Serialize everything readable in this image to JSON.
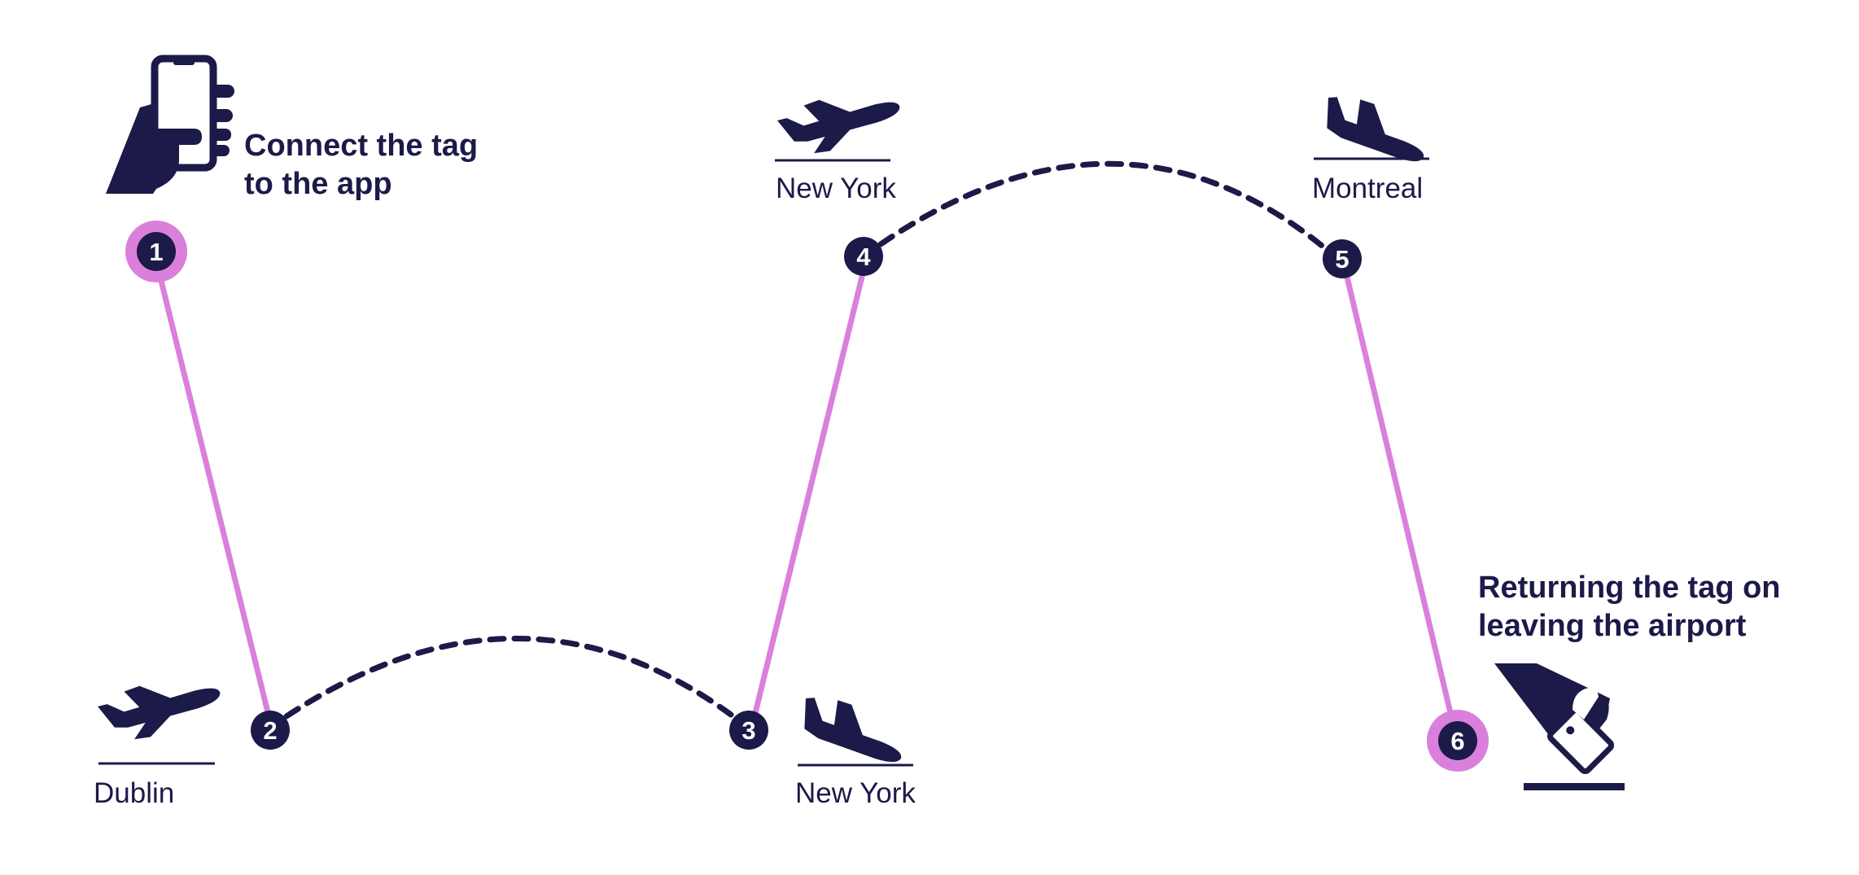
{
  "steps": [
    {
      "number": "1"
    },
    {
      "number": "2"
    },
    {
      "number": "3"
    },
    {
      "number": "4"
    },
    {
      "number": "5"
    },
    {
      "number": "6"
    }
  ],
  "headings": {
    "connect_line1": "Connect the tag",
    "connect_line2": "to the app",
    "return_line1": "Returning the tag on",
    "return_line2": "leaving the airport"
  },
  "cities": {
    "dublin": "Dublin",
    "new_york_arrival": "New York",
    "new_york_departure": "New York",
    "montreal": "Montreal"
  },
  "colors": {
    "navy": "#1c1a48",
    "pink": "#da80dc",
    "background": "#ffffff"
  },
  "icons": [
    "phone-in-hand-icon",
    "takeoff-plane-icon",
    "landing-plane-icon",
    "tag-drop-icon"
  ]
}
